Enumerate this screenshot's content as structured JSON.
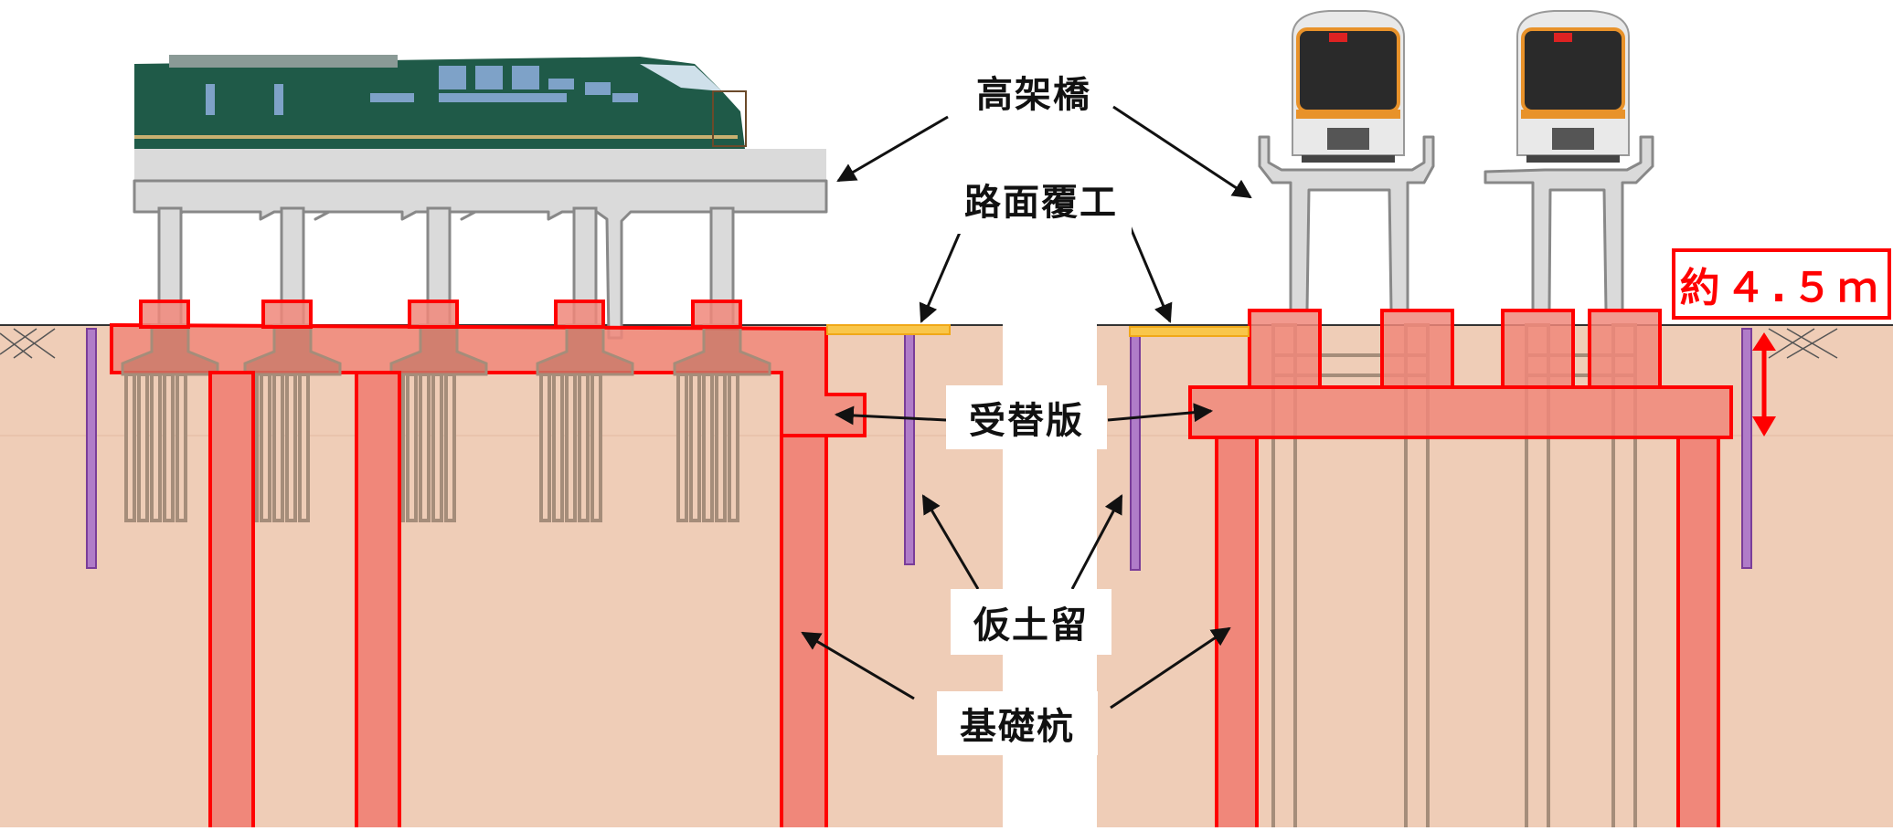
{
  "labels": {
    "viaduct": "高架橋",
    "road_deck": "路面覆工",
    "transfer_slab": "受替版",
    "temp_retaining": "仮土留",
    "foundation_pile": "基礎杭",
    "height": "約４.５ｍ"
  },
  "colors": {
    "soil": "#EFCDB7",
    "red_outline": "#FF0000",
    "red_fill": "#F0877A",
    "concrete": "#DADADA",
    "concrete_edge": "#888888",
    "old_pile": "#A58D7A",
    "retaining_wall": "#8B4FA8",
    "road_deck": "#F7B830",
    "train_green": "#1F5A48"
  }
}
